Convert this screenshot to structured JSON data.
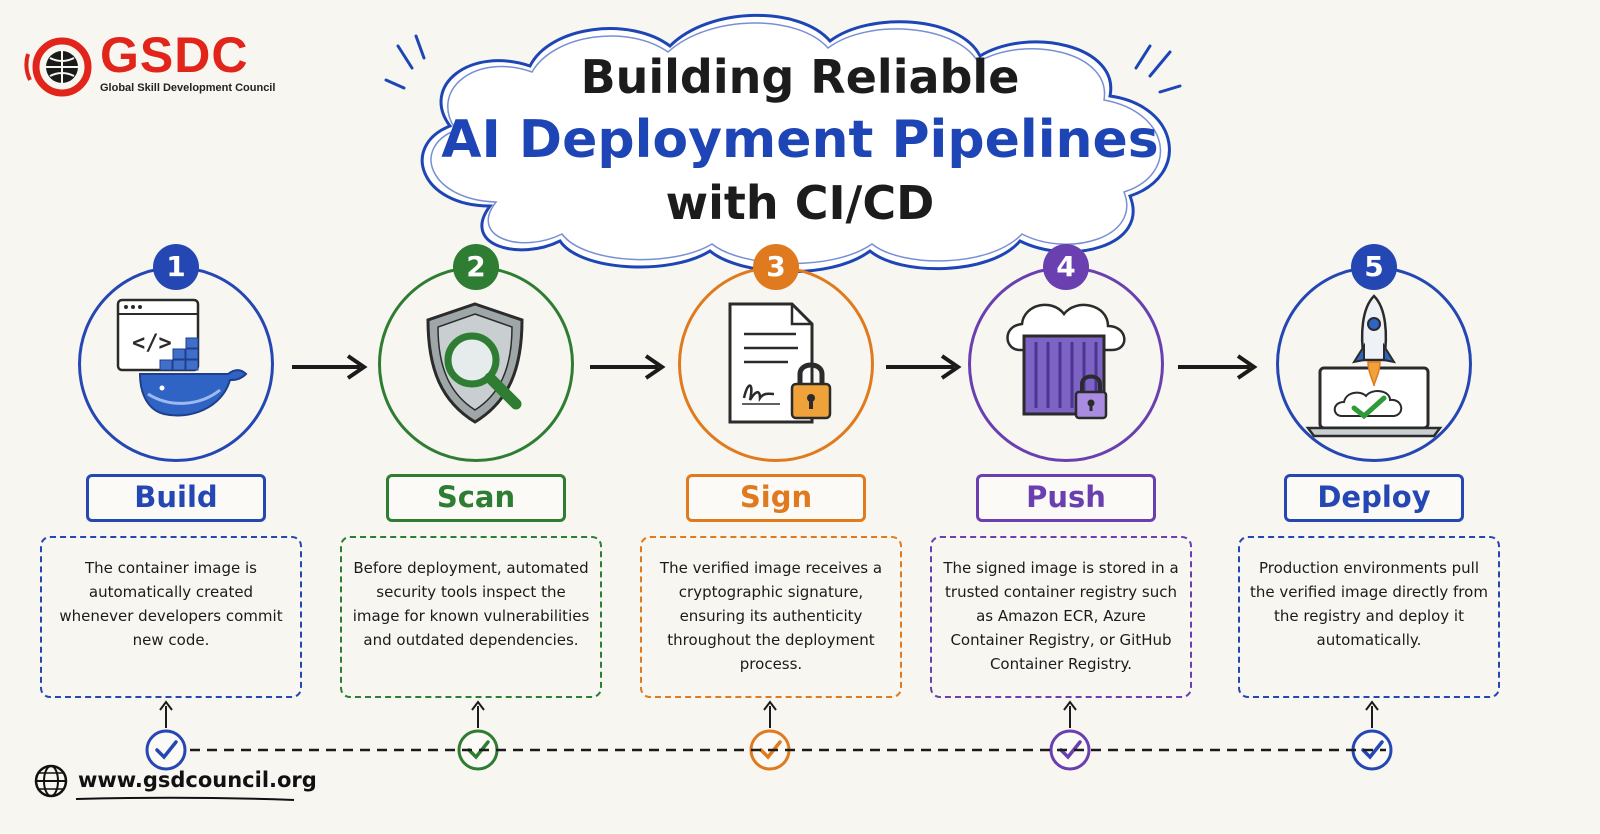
{
  "brand": {
    "logo_text": "GSDC",
    "logo_subtitle": "Global Skill Development Council",
    "website": "www.gsdcouncil.org"
  },
  "title": {
    "line1": "Building Reliable",
    "line2": "AI Deployment Pipelines",
    "line3": "with CI/CD"
  },
  "steps": [
    {
      "number": "1",
      "label": "Build",
      "color": "#2547b3",
      "icon": "code-window-docker-whale-icon",
      "description": "The container image is automatically created whenever developers commit new code."
    },
    {
      "number": "2",
      "label": "Scan",
      "color": "#2e7d32",
      "icon": "shield-magnifier-icon",
      "description": "Before deployment, automated security tools inspect the image for known vulnerabilities and outdated dependencies."
    },
    {
      "number": "3",
      "label": "Sign",
      "color": "#e07a1f",
      "icon": "signed-document-lock-icon",
      "description": "The verified image receives a cryptographic signature, ensuring its authenticity throughout the deployment process."
    },
    {
      "number": "4",
      "label": "Push",
      "color": "#6a3fb0",
      "icon": "cloud-container-lock-icon",
      "description": "The signed image is stored in a trusted container registry such as Amazon ECR, Azure Container Registry, or GitHub Container Registry."
    },
    {
      "number": "5",
      "label": "Deploy",
      "color": "#2547b3",
      "icon": "laptop-rocket-check-icon",
      "description": "Production environments pull the verified image directly from the registry and deploy it automatically."
    }
  ]
}
